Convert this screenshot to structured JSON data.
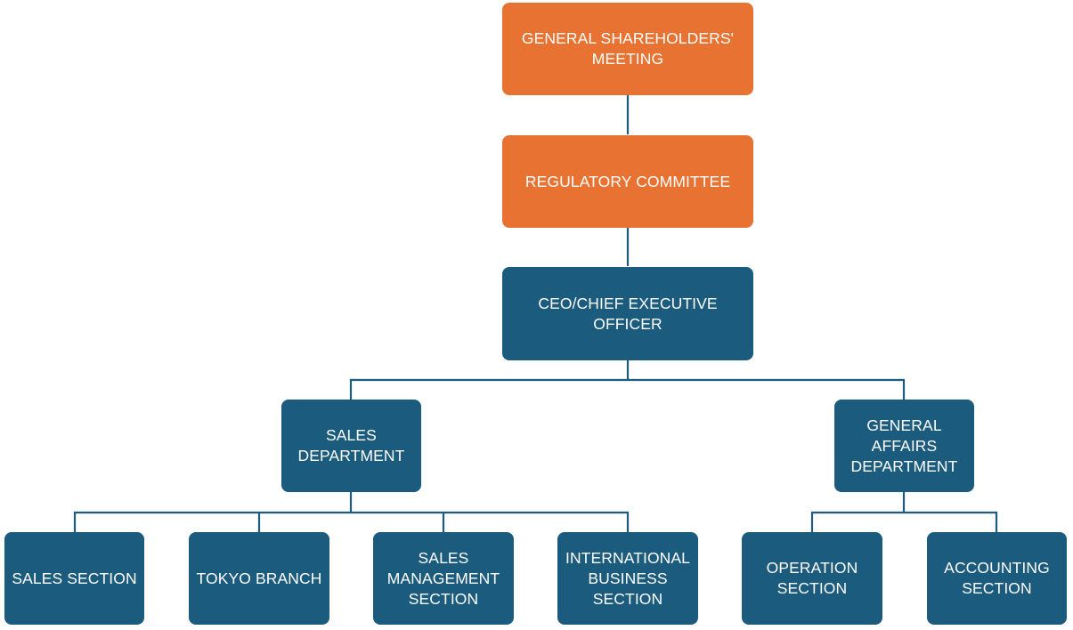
{
  "colors": {
    "governance": "#E87232",
    "management": "#1B5B7D",
    "connector": "#1B5B7D",
    "text": "#FFFFFF",
    "background": "#FFFFFF"
  },
  "nodes": {
    "shareholders": "GENERAL SHAREHOLDERS'\nMEETING",
    "regulatory": "REGULATORY COMMITTEE",
    "ceo": "CEO/CHIEF EXECUTIVE\nOFFICER",
    "sales_department": "SALES\nDEPARTMENT",
    "general_affairs": "GENERAL\nAFFAIRS\nDEPARTMENT",
    "sales_section": "SALES SECTION",
    "tokyo_branch": "TOKYO BRANCH",
    "sales_management": "SALES\nMANAGEMENT\nSECTION",
    "international_business": "INTERNATIONAL\nBUSINESS\nSECTION",
    "operation_section": "OPERATION\nSECTION",
    "accounting_section": "ACCOUNTING\nSECTION"
  }
}
